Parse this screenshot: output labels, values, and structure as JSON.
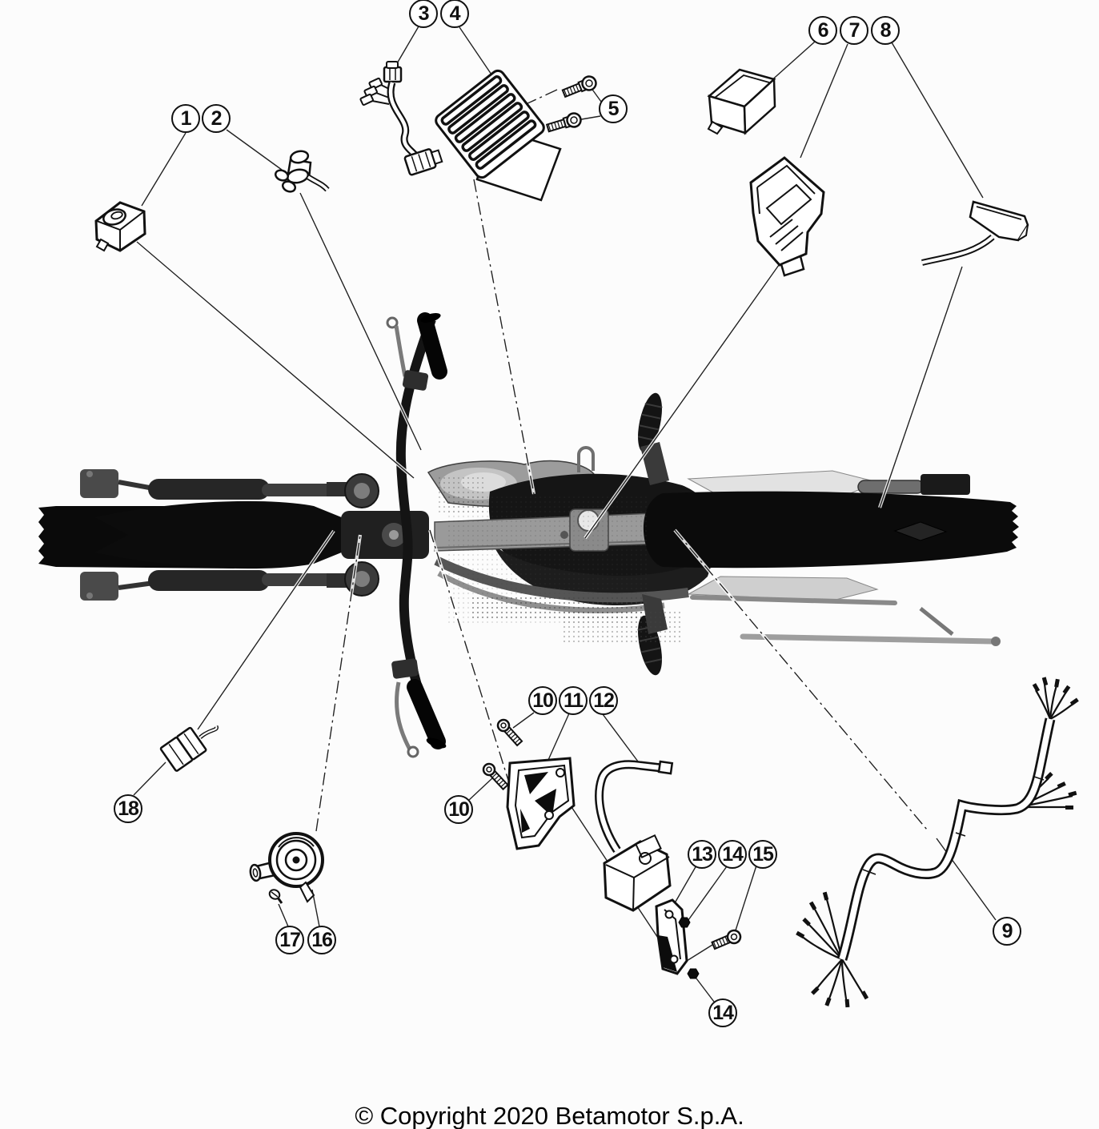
{
  "copyright": {
    "text": "© Copyright 2020 Betamotor S.p.A."
  },
  "callouts": [
    {
      "id": "1",
      "label": "1"
    },
    {
      "id": "2",
      "label": "2"
    },
    {
      "id": "3",
      "label": "3"
    },
    {
      "id": "4",
      "label": "4"
    },
    {
      "id": "5",
      "label": "5"
    },
    {
      "id": "6",
      "label": "6"
    },
    {
      "id": "7",
      "label": "7"
    },
    {
      "id": "8",
      "label": "8"
    },
    {
      "id": "9",
      "label": "9"
    },
    {
      "id": "10a",
      "label": "10"
    },
    {
      "id": "11",
      "label": "11"
    },
    {
      "id": "12",
      "label": "12"
    },
    {
      "id": "10b",
      "label": "10"
    },
    {
      "id": "13",
      "label": "13"
    },
    {
      "id": "14a",
      "label": "14"
    },
    {
      "id": "15",
      "label": "15"
    },
    {
      "id": "14b",
      "label": "14"
    },
    {
      "id": "16",
      "label": "16"
    },
    {
      "id": "17",
      "label": "17"
    },
    {
      "id": "18",
      "label": "18"
    }
  ],
  "colors": {
    "background": "#fcfcfc",
    "line_art": "#111111",
    "leader_line": "#222222",
    "bubble_fill": "#ffffff",
    "bike_dark": "#0b0b0b"
  }
}
